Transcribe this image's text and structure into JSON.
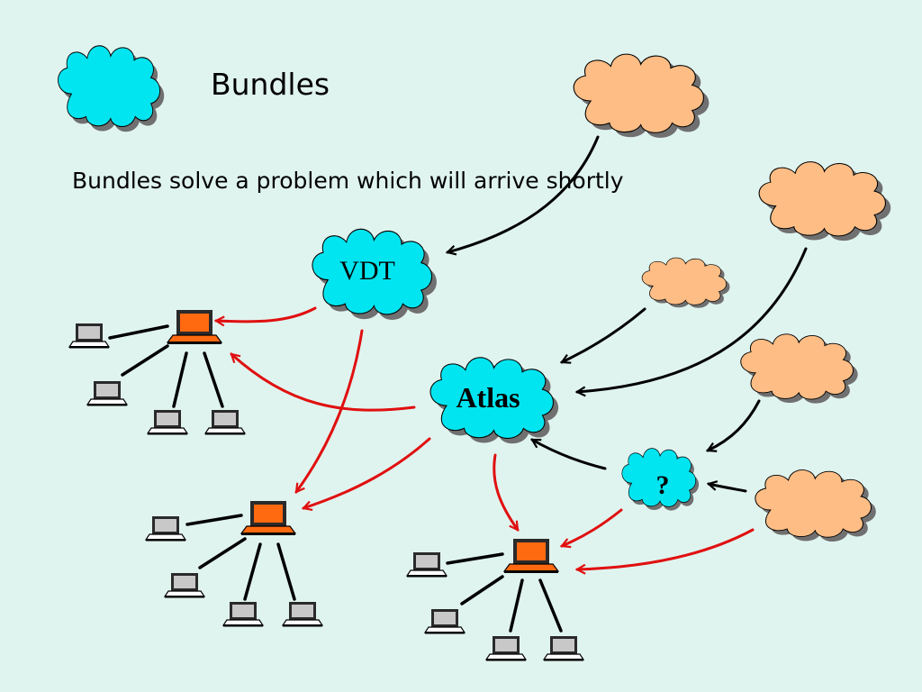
{
  "slide": {
    "title": "Bundles",
    "subtitle": "Bundles solve a problem which will arrive shortly"
  },
  "clouds": {
    "legend": {
      "label": ""
    },
    "vdt": {
      "label": "VDT"
    },
    "atlas": {
      "label": "Atlas"
    },
    "unknown": {
      "label": "?"
    }
  },
  "colors": {
    "background": "#e0f4ef",
    "bundle_cloud": "#00e5f0",
    "external_cloud": "#fdbd85",
    "hub_computer": "#ff6a10",
    "client_computer": "#c0c0c0",
    "red_arrow": "#e01010",
    "black_arrow": "#000000"
  }
}
